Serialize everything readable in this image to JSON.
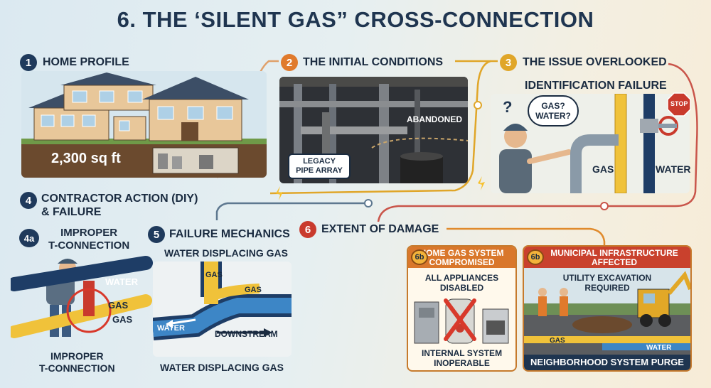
{
  "title": "6. THE ‘SILENT GAS” CROSS-CONNECTION",
  "sections": {
    "s1": {
      "num": "1",
      "label": "HOME PROFILE",
      "area": "2,300 sq ft"
    },
    "s2": {
      "num": "2",
      "label": "THE INITIAL CONDITIONS",
      "abandoned": "ABANDONED",
      "legacy_line1": "LEGACY",
      "legacy_line2": "PIPE ARRAY"
    },
    "s3": {
      "num": "3",
      "label": "THE ISSUE OVERLOOKED",
      "subtitle": "IDENTIFICATION FAILURE",
      "question": "?",
      "bubble_line1": "GAS?",
      "bubble_line2": "WATER?",
      "stop": "STOP",
      "gas": "GAS",
      "water": "WATER"
    },
    "s4": {
      "num": "4",
      "label_line1": "CONTRACTOR ACTION (DIY)",
      "label_line2": "& FAILURE"
    },
    "s4a": {
      "num": "4a",
      "label_line1": "IMPROPER",
      "label_line2": "T-CONNECTION",
      "water": "WATER",
      "gas1": "GAS",
      "gas2": "GAS",
      "bottom_line1": "IMPROPER",
      "bottom_line2": "T-CONNECTION"
    },
    "s5": {
      "num": "5",
      "label": "FAILURE MECHANICS",
      "top_caption": "WATER DISPLACING GAS",
      "gas1": "GAS",
      "gas2": "GAS",
      "water": "WATER",
      "downstream": "DOWNSTREAM",
      "bottom_caption": "WATER DISPLACING GAS"
    },
    "s6": {
      "num": "6",
      "label": "EXTENT OF DAMAGE"
    },
    "card_home": {
      "num": "6b",
      "head_line1": "HOME GAS SYSTEM",
      "head_line2": "COMPROMISED",
      "top_line1": "ALL APPLIANCES",
      "top_line2": "DISABLED",
      "bottom_line1": "INTERNAL SYSTEM",
      "bottom_line2": "INOPERABLE"
    },
    "card_muni": {
      "num": "6b",
      "head_line1": "MUNICIPAL INFRASTRUCTURE",
      "head_line2": "AFFECTED",
      "top_line1": "UTILITY EXCAVATION",
      "top_line2": "REQUIRED",
      "gas": "GAS",
      "water": "WATER",
      "footer": "NEIGHBORHOOD SYSTEM PURGE"
    }
  },
  "colors": {
    "navy": "#1f3a5c",
    "orange": "#e07a2c",
    "gold": "#e0a629",
    "red": "#c93a2d",
    "gas_yellow": "#f0c23a",
    "water_blue": "#3d86c6",
    "pipe_navy": "#1e3d66"
  }
}
